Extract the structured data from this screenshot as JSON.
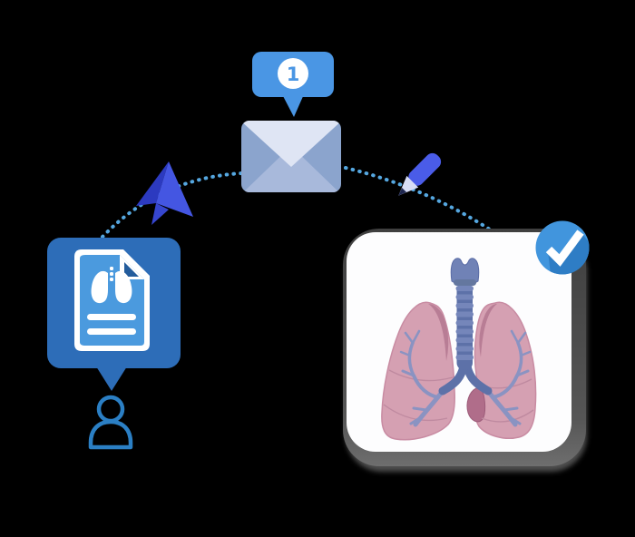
{
  "illustration": {
    "background_color": "#000000",
    "notification": {
      "count": "1",
      "bubble_color": "#4a96e4"
    },
    "icons": [
      "notification-bubble-icon",
      "envelope-icon",
      "paper-plane-icon",
      "pencil-icon",
      "lung-report-document-icon",
      "lungs-glyph-icon",
      "person-icon",
      "lungs-anatomy-illustration",
      "checkmark-badge-icon",
      "dotted-arc-path"
    ],
    "colors": {
      "report_card_blue": "#2d6db8",
      "document_fill_blue": "#4b9ade",
      "notification_blue": "#4a96e4",
      "person_outline_blue": "#2b7fc4",
      "dotted_path_blue": "#55a7e0",
      "paper_plane_blue": "#4456e2",
      "pencil_blue": "#4a5ce8",
      "envelope_base": "#8ba4cd",
      "envelope_top_flap": "#dfe5f4",
      "envelope_bottom_flap": "#a8b9db",
      "checkmark_badge_blue": "#4195dd",
      "checkmark_shadow_blue": "#2e7dc5",
      "lungs_card_border": "#474747",
      "lungs_card_fill": "#fdfdfe",
      "lung_pink": "#d5a0b2",
      "lung_edge_pink": "#c88ba2",
      "cardiac_notch_pink": "#b06d8a",
      "bronchi_purple": "#8a93c2",
      "trachea_blue": "#7586ba",
      "trachea_dark_blue": "#5d71a8"
    }
  }
}
